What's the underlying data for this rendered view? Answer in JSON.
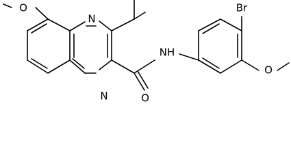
{
  "atoms": {
    "o_left": "O",
    "n_upper": "N",
    "n_lower": "N",
    "nh": "NH",
    "o_carbonyl": "O",
    "br": "Br",
    "o_right": "O"
  }
}
